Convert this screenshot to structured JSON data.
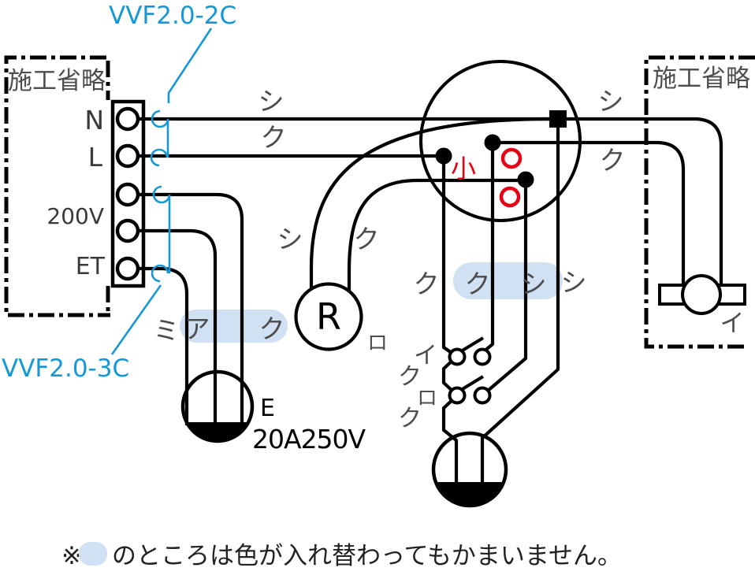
{
  "cable_labels": {
    "vvf_2c": "VVF2.0-2C",
    "vvf_3c": "VVF2.0-3C"
  },
  "boxes": {
    "left": "施工省略",
    "right": "施工省略"
  },
  "terminal_block": {
    "n": "N",
    "l": "L",
    "v200": "200V",
    "et": "ET"
  },
  "wire_labels": {
    "n_left": "シ",
    "l_left": "ク",
    "r_in_white": "シ",
    "r_in_black": "ク",
    "right_white": "シ",
    "right_black": "ク",
    "sw_feed_black": "ク",
    "sw_i_black": "ク",
    "sw_ro_white": "シ",
    "outlet_white": "シ",
    "e_green": "ミ",
    "e_red": "ア",
    "e_black": "ク"
  },
  "marks": {
    "sleeve_small": "小"
  },
  "devices": {
    "lamp_receptacle_letter": "R",
    "lamp_receptacle_circuit": "ロ",
    "switch_i": "イ",
    "switch_i_wire": "ク",
    "switch_ro": "ロ",
    "switch_ro_wire": "ク",
    "outlet_200v_earth": "E",
    "outlet_200v_rating": "20A250V",
    "ceiling_lamp_circuit": "イ"
  },
  "note": {
    "prefix": "※",
    "text": "のところは色が入れ替わってもかまいません。"
  },
  "colors": {
    "blue": "#1697d6",
    "highlight": "#cfe1f3",
    "red": "#e60012",
    "label_gray": "#4d4d4d"
  }
}
